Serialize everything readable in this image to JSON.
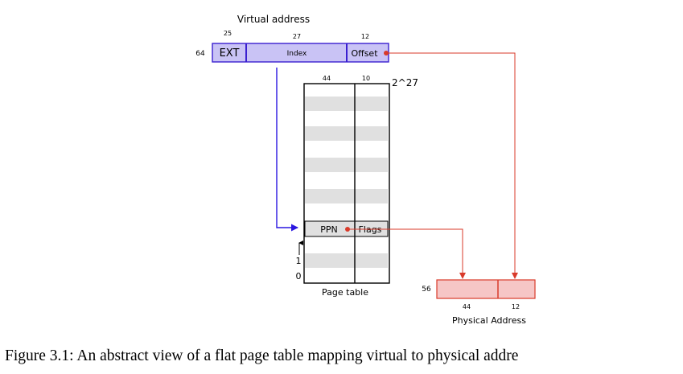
{
  "virtual_address": {
    "title": "Virtual address",
    "width_label": "64",
    "fields": [
      {
        "bits": "25",
        "label": "EXT"
      },
      {
        "bits": "27",
        "label": "Index"
      },
      {
        "bits": "12",
        "label": "Offset"
      }
    ],
    "fill_color": "#c9c3f5",
    "border_color": "#3a1fd0"
  },
  "page_table": {
    "label": "Page table",
    "column_bits": [
      "44",
      "10"
    ],
    "size_label": "2^27",
    "entry": {
      "ppn": "PPN",
      "flags": "Flags"
    },
    "index_labels": [
      "1",
      "0"
    ],
    "row_fill": "#e0e0e0"
  },
  "physical_address": {
    "label": "Physical Address",
    "width_label": "56",
    "field_bits": [
      "44",
      "12"
    ],
    "fill_color": "#f6c6c6",
    "border_color": "#d93a2a"
  },
  "colors": {
    "blue_arrow": "#2a16e0",
    "red_arrow": "#d93a2a"
  },
  "caption": "Figure 3.1: An abstract view of a flat page table mapping virtual to physical addre"
}
